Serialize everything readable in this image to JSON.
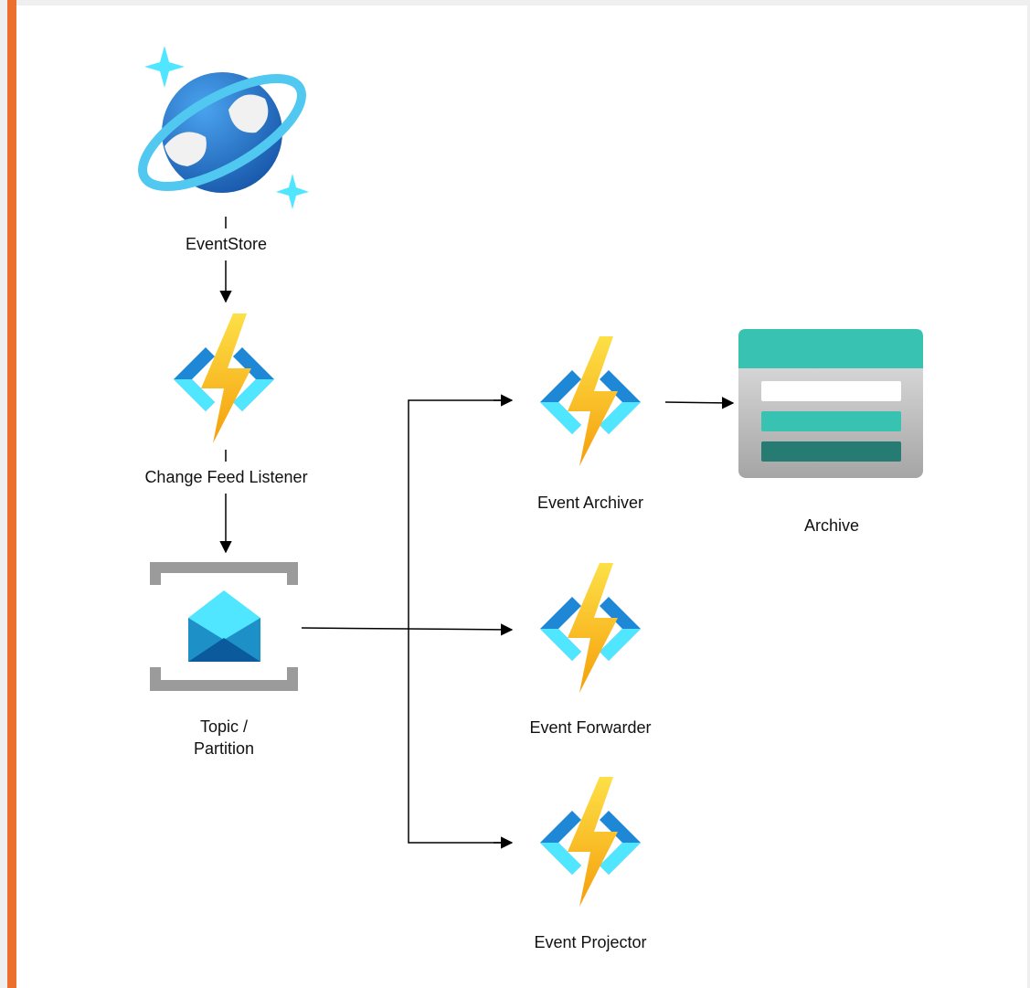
{
  "diagram": {
    "nodes": {
      "event_store": {
        "label": "EventStore",
        "icon": "cosmos-db-icon"
      },
      "change_feed_listener": {
        "label": "Change Feed Listener",
        "icon": "azure-function-icon"
      },
      "topic_partition": {
        "label_line1": "Topic /",
        "label_line2": "Partition",
        "icon": "event-hub-icon"
      },
      "event_archiver": {
        "label": "Event Archiver",
        "icon": "azure-function-icon"
      },
      "event_forwarder": {
        "label": "Event Forwarder",
        "icon": "azure-function-icon"
      },
      "event_projector": {
        "label": "Event Projector",
        "icon": "azure-function-icon"
      },
      "archive": {
        "label": "Archive",
        "icon": "storage-table-icon"
      }
    },
    "edges": [
      {
        "from": "event_store",
        "to": "change_feed_listener"
      },
      {
        "from": "change_feed_listener",
        "to": "topic_partition"
      },
      {
        "from": "topic_partition",
        "to": "event_archiver"
      },
      {
        "from": "topic_partition",
        "to": "event_forwarder"
      },
      {
        "from": "topic_partition",
        "to": "event_projector"
      },
      {
        "from": "event_archiver",
        "to": "archive"
      }
    ],
    "colors": {
      "accent_bar": "#ec6f2d",
      "bolt_light": "#fde047",
      "bolt_dark": "#f59e0b",
      "bracket_dark": "#1e88d6",
      "bracket_light": "#50e6ff",
      "cosmos_blue": "#1f6fc5",
      "storage_teal": "#37c2b1"
    }
  }
}
